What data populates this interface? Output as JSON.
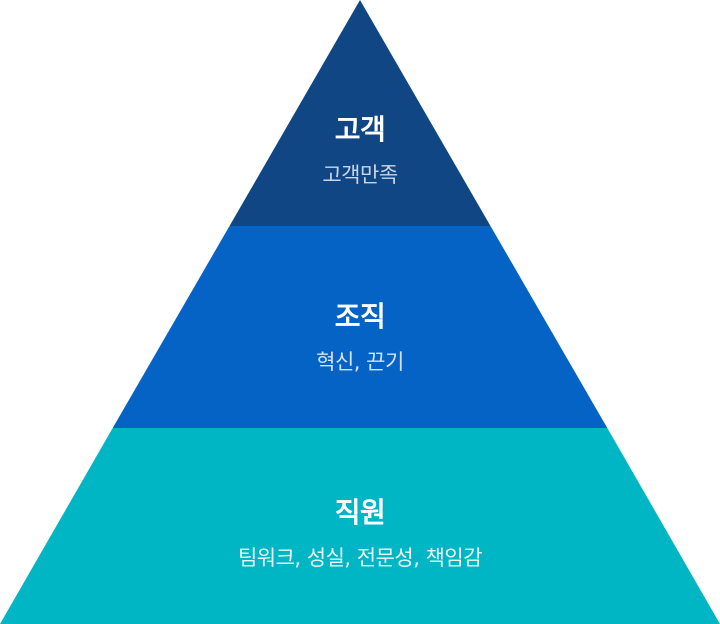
{
  "tiers": [
    {
      "title": "고객",
      "description": "고객만족",
      "color": "#0f4683"
    },
    {
      "title": "조직",
      "description": "혁신, 끈기",
      "color": "#0563c6"
    },
    {
      "title": "직원",
      "description": "팀워크, 성실, 전문성, 책임감",
      "color": "#00b5c4"
    }
  ]
}
